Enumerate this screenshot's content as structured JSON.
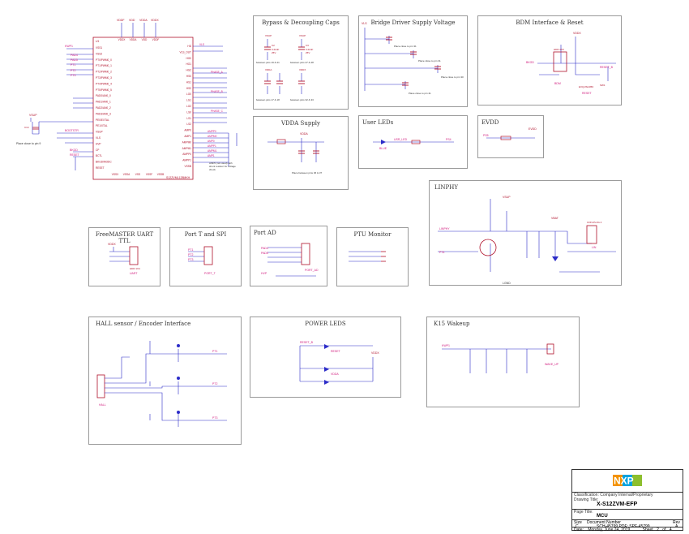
{
  "sections": {
    "bypass": "Bypass & Decoupling Caps",
    "bridge": "Bridge Driver Supply Voltage",
    "bdm": "BDM Interface & Reset",
    "vdda": "VDDA Supply",
    "userleds": "User LEDs",
    "evdd": "EVDD",
    "linphy": "LINPHY",
    "freemaster": "FreeMASTER UART TTL",
    "portt": "Port T and SPI",
    "portad": "Port AD",
    "ptu": "PTU Monitor",
    "hall": "HALL sensor / Encoder Interface",
    "powerleds": "POWER LEDS",
    "k15": "K15 Wakeup"
  },
  "mcu": {
    "ref": "U1",
    "part": "S12ZVML128MKH",
    "left_pins": [
      "VSS1",
      "VSS2",
      "PT0/PWM0_0",
      "PT1/PWM0_1",
      "PT2/PWM0_2",
      "PT3/PWM0_3",
      "PT4/PWM0_4",
      "PT5/PWM0_5",
      "PAD0/AN0_0",
      "PAD1/AN0_1",
      "PAD2/AN0_2",
      "PAD3/AN0_3",
      "PE0/EXTAL",
      "PE1/XTAL",
      "VSUP",
      "VLS",
      "HVP",
      "CP",
      "BCTL",
      "BKGD/MODC",
      "RESET"
    ],
    "right_pins": [
      "HD",
      "VLS_OUT",
      "HG0",
      "HG1",
      "HG2",
      "HS0",
      "HS1",
      "HS2",
      "LG0",
      "LG1",
      "LG2",
      "LS0",
      "LS1",
      "LS2",
      "AMP0",
      "AMP1",
      "AMPM0",
      "AMPM1",
      "AMPP0",
      "AMPP1",
      "VSSB"
    ],
    "top_pins": [
      "VDDX",
      "VDDA",
      "VDD",
      "VDDF"
    ],
    "bottom_pins": [
      "VSSX",
      "VSSA",
      "VSS",
      "VSSF",
      "VSSB"
    ],
    "note": "Place close to pin 9"
  },
  "labels": {
    "place_close": "Place close to pin",
    "gnd": "GND",
    "vddx": "VDDX",
    "vdda": "VDDA",
    "vsup": "VSUP",
    "vls": "VLS",
    "evdd": "EVDD",
    "vbat": "VBAT",
    "bkgd": "BKGD",
    "reset": "RESET",
    "reset_b": "RESET_B",
    "lin": "LIN",
    "lgnd": "LGND",
    "lin_conn": "CON-PLUG 4",
    "uart": "UART",
    "port_t": "PORT_T",
    "port_ad": "PORT_AD",
    "hall": "HALL",
    "bdm": "BDM",
    "wake_up": "WAKE_UP",
    "blue": "BLUE",
    "vdda_led": "VDDA",
    "reset_led": "RESET",
    "hdr": "HDR 1X4",
    "pt1": "PT1",
    "pt2": "PT2",
    "pt3": "PT3",
    "pad4": "PAD4",
    "pad5": "PAD5",
    "ps4": "PS4",
    "ps5": "PS5",
    "hvp": "HVP",
    "usr_led": "USR_LED",
    "ktr": "KWP1"
  },
  "title_block": {
    "logo": "NXP",
    "classification_label": "Classification:",
    "classification": "Company Internal/Proprietary",
    "drawing_title_label": "Drawing Title:",
    "drawing_title": "X-S12ZVM-EFP",
    "page_title_label": "Page Title:",
    "page_title": "MCU",
    "size_label": "Size",
    "size": "C",
    "doc_label": "Document Number",
    "doc": "SCH-45799 PDF: SPF-45799",
    "rev_label": "Rev",
    "rev": "A",
    "date_label": "Date:",
    "date": "Monday, June 24, 2019",
    "sheet_label": "Sheet",
    "sheet": "2",
    "of_label": "of",
    "of": "4"
  },
  "colors": {
    "wire": "#2c2cc8",
    "part": "#b0112a",
    "label": "#d01a7d",
    "title": "#555555",
    "nxp_orange": "#f39200",
    "nxp_blue": "#00a3e0",
    "nxp_green": "#8dbf2e"
  }
}
